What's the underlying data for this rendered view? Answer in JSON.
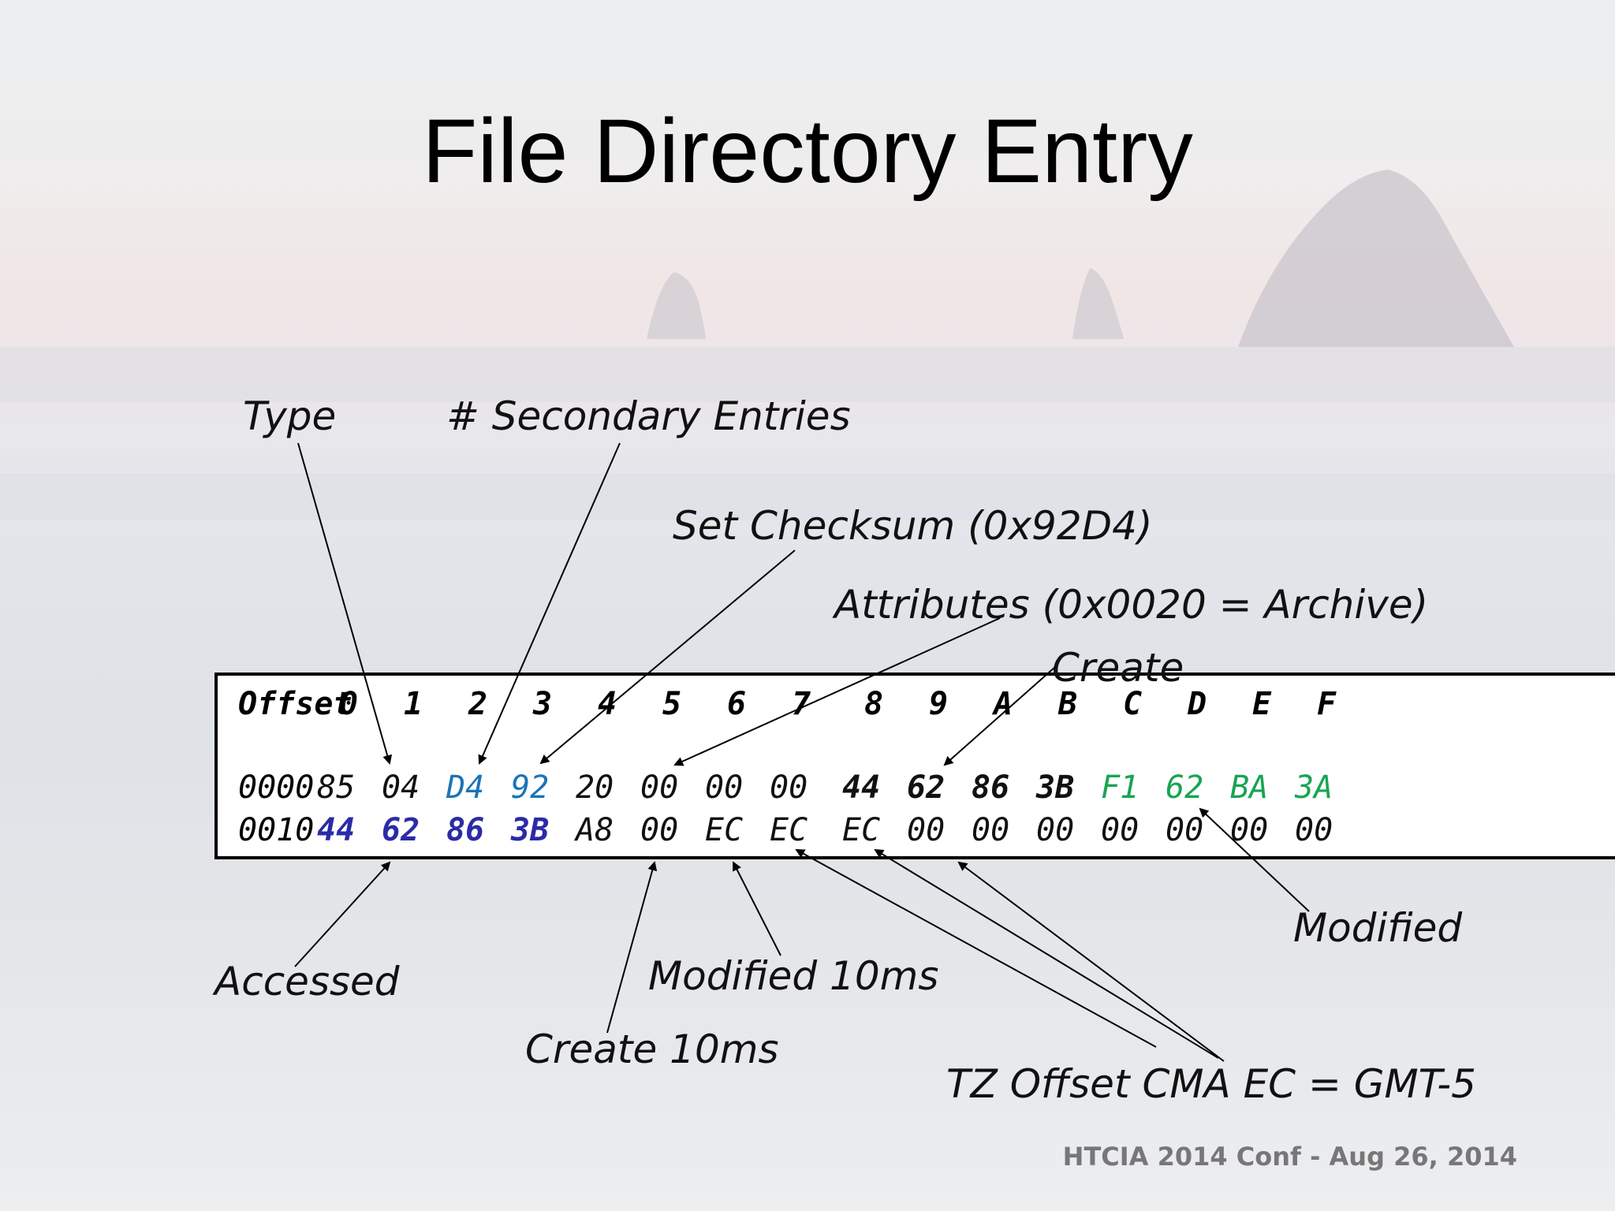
{
  "slide": {
    "title": "File Directory Entry",
    "footer": "HTCIA 2014 Conf - Aug 26, 2014"
  },
  "labels": {
    "type": "Type",
    "secondary": "# Secondary Entries",
    "checksum": "Set Checksum (0x92D4)",
    "attributes": "Attributes (0x0020 = Archive)",
    "create": "Create",
    "modified": "Modified",
    "accessed": "Accessed",
    "modified10": "Modified 10ms",
    "create10": "Create 10ms",
    "tz": "TZ Offset CMA EC = GMT-5"
  },
  "hex": {
    "header": [
      "Offset",
      "0",
      "1",
      "2",
      "3",
      "4",
      "5",
      "6",
      "7",
      "8",
      "9",
      "A",
      "B",
      "C",
      "D",
      "E",
      "F"
    ],
    "rows": [
      {
        "offset": "0000",
        "bytes": [
          "85",
          "04",
          "D4",
          "92",
          "20",
          "00",
          "00",
          "00",
          "44",
          "62",
          "86",
          "3B",
          "F1",
          "62",
          "BA",
          "3A"
        ]
      },
      {
        "offset": "0010",
        "bytes": [
          "44",
          "62",
          "86",
          "3B",
          "A8",
          "00",
          "EC",
          "EC",
          "EC",
          "00",
          "00",
          "00",
          "00",
          "00",
          "00",
          "00"
        ]
      }
    ],
    "highlight_colors": {
      "checksum": "#1a74b8",
      "modified": "#17a552",
      "accessed": "#2b2ba6"
    }
  }
}
